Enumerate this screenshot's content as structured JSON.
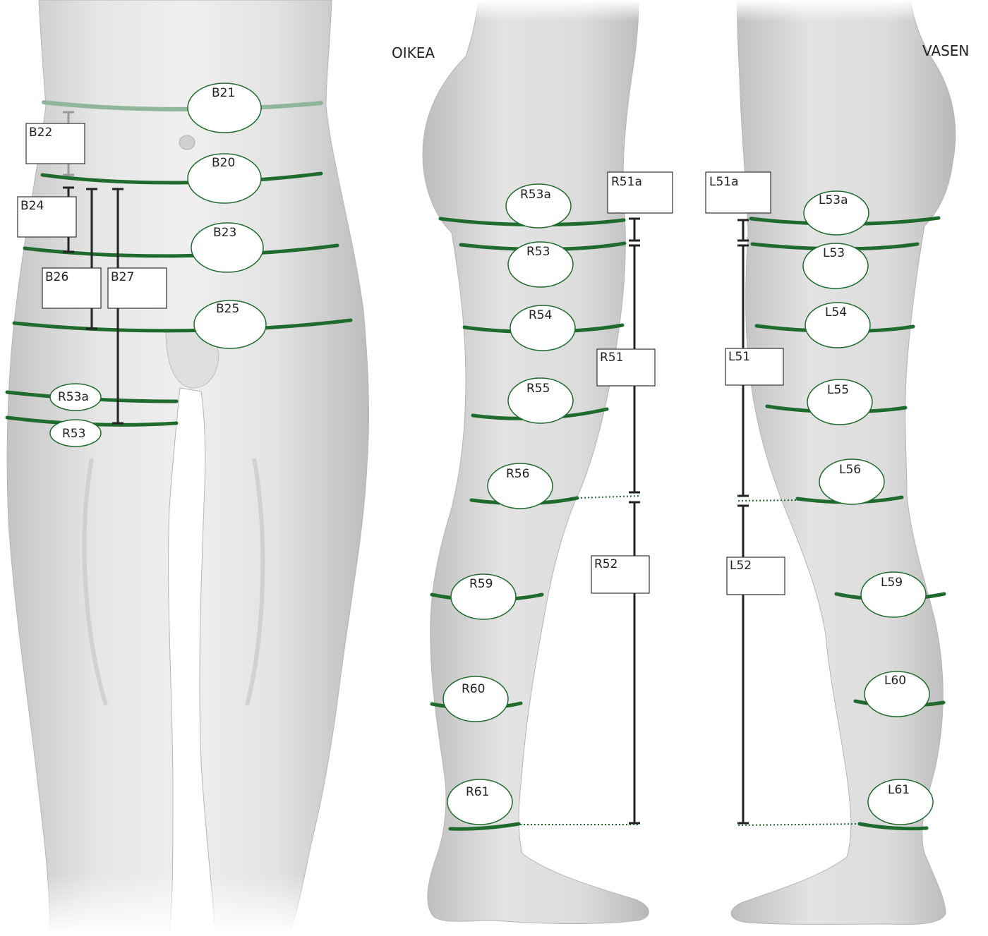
{
  "side_labels": {
    "right": "OIKEA",
    "left": "VASEN"
  },
  "colors": {
    "band": "#1f6b2d",
    "band_faded": "#8fb59a",
    "oval_stroke": "#1f6b2d",
    "bracket": "#222222",
    "bracket_faded": "#9a9a9a",
    "body_fill": "#d9d9d9",
    "body_shadow": "#bdbdbd"
  },
  "front_view": {
    "circumference_labels": [
      "B21",
      "B20",
      "B23",
      "B25",
      "R53a",
      "R53"
    ],
    "length_labels": [
      "B22",
      "B24",
      "B26",
      "B27"
    ]
  },
  "right_leg": {
    "circumference_labels": [
      "R53a",
      "R53",
      "R54",
      "R55",
      "R56",
      "R59",
      "R60",
      "R61"
    ],
    "length_labels": [
      "R51a",
      "R51",
      "R52"
    ]
  },
  "left_leg": {
    "circumference_labels": [
      "L53a",
      "L53",
      "L54",
      "L55",
      "L56",
      "L59",
      "L60",
      "L61"
    ],
    "length_labels": [
      "L51a",
      "L51",
      "L52"
    ]
  }
}
